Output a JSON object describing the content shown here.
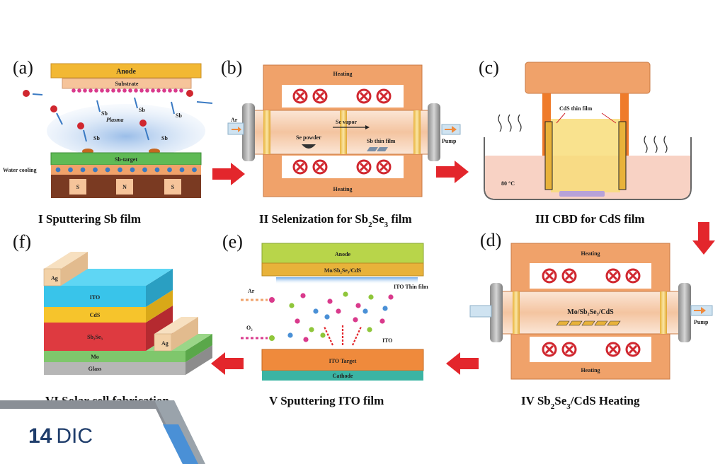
{
  "panels": {
    "a": {
      "label": "(a)",
      "caption": "I   Sputtering Sb film",
      "anode": "Anode",
      "substrate": "Substrate",
      "target": "Sb-target",
      "water": "Water cooling",
      "plasma": "Plasma",
      "atom": "Sb",
      "magnets": [
        "S",
        "N",
        "S"
      ]
    },
    "b": {
      "label": "(b)",
      "caption_pre": "II   Selenization for Sb",
      "caption_sub1": "2",
      "caption_mid": "Se",
      "caption_sub2": "3",
      "caption_post": " film",
      "heating_top": "Heating",
      "heating_bottom": "Heating",
      "gas_in": "Ar",
      "se_vapor": "Se vapor",
      "se_powder": "Se powder",
      "sb_film": "Sb thin film",
      "pump": "Pump"
    },
    "c": {
      "label": "(c)",
      "caption": "III  CBD for CdS film",
      "film": "CdS thin film",
      "temp": "80 °C"
    },
    "d": {
      "label": "(d)",
      "caption_pre": "IV Sb",
      "caption_sub1": "2",
      "caption_mid": "Se",
      "caption_sub2": "3",
      "caption_post": "/CdS Heating",
      "heating_top": "Heating",
      "heating_bottom": "Heating",
      "sample": "Mo/Sb₂Se₃/CdS",
      "pump": "Pump"
    },
    "e": {
      "label": "(e)",
      "caption": "V  Sputtering ITO film",
      "anode": "Anode",
      "sample": "Mo/Sb₂Se₃/CdS",
      "thin_film": "ITO Thin film",
      "gas1": "Ar",
      "gas2": "O₂",
      "ito": "ITO",
      "target": "ITO Target",
      "cathode": "Cathode"
    },
    "f": {
      "label": "(f)",
      "caption": "VI Solar cell fabrication",
      "layers": [
        "Ag",
        "ITO",
        "CdS",
        "Sb₂Se₃",
        "Ag",
        "Mo",
        "Glass"
      ]
    }
  },
  "footer": {
    "number": "14",
    "text": "DIC"
  },
  "colors": {
    "anode": "#f2b833",
    "substrate": "#f6c49a",
    "furnace": "#f0a26a",
    "tube": "#f6d2b3",
    "arrow_red": "#e3262c",
    "coil": "#d0272f",
    "ito_layer": "#39c4ea",
    "cds_layer": "#f6c42c",
    "sbse_layer": "#de3a40",
    "mo_layer": "#7fc76c",
    "glass_layer": "#b6b6b6",
    "target_orange": "#ef8a3c",
    "cathode_teal": "#3bb4a3",
    "logo_blue": "#1f3d6b"
  }
}
